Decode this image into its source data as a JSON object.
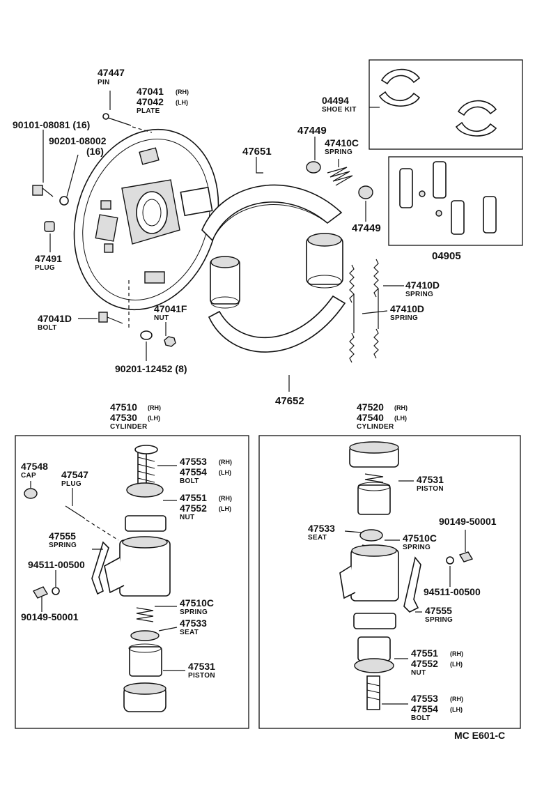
{
  "diagram_code": "MC  E601-C",
  "top": {
    "p47447": {
      "num": "47447",
      "name": "PIN"
    },
    "p47041": {
      "num": "47041",
      "side": "(RH)"
    },
    "p47042": {
      "num": "47042",
      "side": "(LH)",
      "name": "PLATE"
    },
    "p90101": {
      "num": "90101-08081 (16)"
    },
    "p90201a": {
      "num": "90201-08002",
      "qty": "(16)"
    },
    "p47491": {
      "num": "47491",
      "name": "PLUG"
    },
    "p47041d": {
      "num": "47041D",
      "name": "BOLT"
    },
    "p47041f": {
      "num": "47041F",
      "name": "NUT"
    },
    "p90201b": {
      "num": "90201-12452 (8)"
    },
    "p47651": {
      "num": "47651"
    },
    "p47652": {
      "num": "47652"
    },
    "p04494": {
      "num": "04494",
      "name": "SHOE KIT"
    },
    "p47449a": {
      "num": "47449"
    },
    "p47410c": {
      "num": "47410C",
      "name": "SPRING"
    },
    "p47449b": {
      "num": "47449"
    },
    "p04905": {
      "num": "04905"
    },
    "p47410d1": {
      "num": "47410D",
      "name": "SPRING"
    },
    "p47410d2": {
      "num": "47410D",
      "name": "SPRING"
    }
  },
  "left_cyl": {
    "h1": {
      "num": "47510",
      "side": "(RH)"
    },
    "h2": {
      "num": "47530",
      "side": "(LH)",
      "name": "CYLINDER"
    },
    "p47548": {
      "num": "47548",
      "name": "CAP"
    },
    "p47547": {
      "num": "47547",
      "name": "PLUG"
    },
    "p47553": {
      "num": "47553",
      "side": "(RH)"
    },
    "p47554": {
      "num": "47554",
      "side": "(LH)",
      "name": "BOLT"
    },
    "p47551": {
      "num": "47551",
      "side": "(RH)"
    },
    "p47552": {
      "num": "47552",
      "side": "(LH)",
      "name": "NUT"
    },
    "p47555": {
      "num": "47555",
      "name": "SPRING"
    },
    "p94511": {
      "num": "94511-00500"
    },
    "p90149": {
      "num": "90149-50001"
    },
    "p47510c": {
      "num": "47510C",
      "name": "SPRING"
    },
    "p47533": {
      "num": "47533",
      "name": "SEAT"
    },
    "p47531": {
      "num": "47531",
      "name": "PISTON"
    }
  },
  "right_cyl": {
    "h1": {
      "num": "47520",
      "side": "(RH)"
    },
    "h2": {
      "num": "47540",
      "side": "(LH)",
      "name": "CYLINDER"
    },
    "p47531": {
      "num": "47531",
      "name": "PISTON"
    },
    "p47533": {
      "num": "47533",
      "name": "SEAT"
    },
    "p47510c": {
      "num": "47510C",
      "name": "SPRING"
    },
    "p90149": {
      "num": "90149-50001"
    },
    "p94511": {
      "num": "94511-00500"
    },
    "p47555": {
      "num": "47555",
      "name": "SPRING"
    },
    "p47551": {
      "num": "47551",
      "side": "(RH)"
    },
    "p47552": {
      "num": "47552",
      "side": "(LH)",
      "name": "NUT"
    },
    "p47553": {
      "num": "47553",
      "side": "(RH)"
    },
    "p47554": {
      "num": "47554",
      "side": "(LH)",
      "name": "BOLT"
    }
  }
}
